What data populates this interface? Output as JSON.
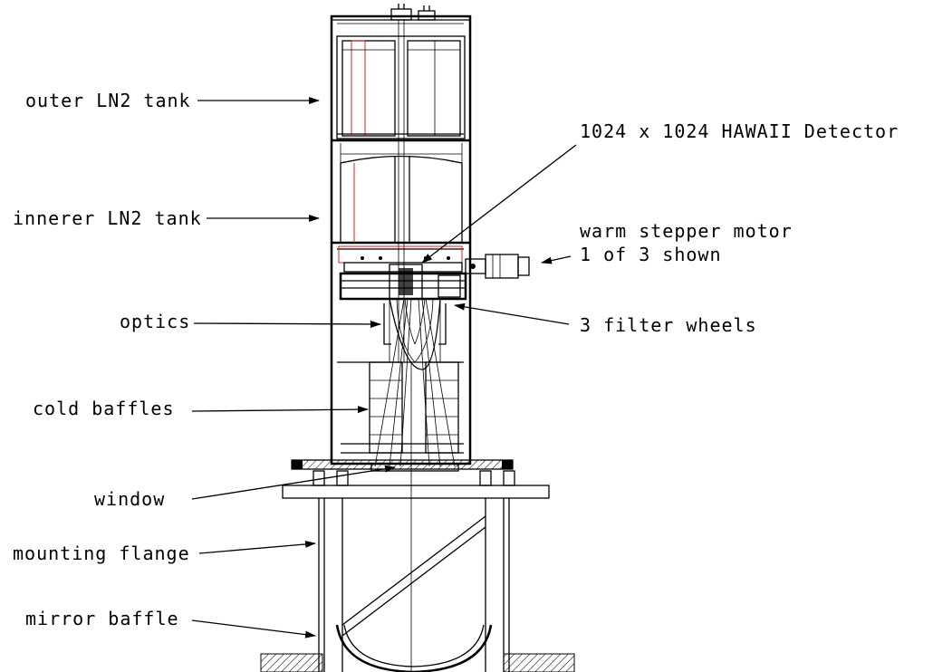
{
  "labels": {
    "outer_tank": "outer LN2 tank",
    "inner_tank": "innerer LN2 tank",
    "optics": "optics",
    "cold_baffles": "cold baffles",
    "window": "window",
    "mounting_flange": "mounting flange",
    "mirror_baffle": "mirror baffle",
    "detector": "1024 x 1024 HAWAII Detector",
    "motor_line1": "warm stepper motor",
    "motor_line2": "1 of 3 shown",
    "filter_wheels": "3 filter wheels"
  },
  "colors": {
    "line": "#000000",
    "accent": "#d22222",
    "background": "#ffffff"
  }
}
